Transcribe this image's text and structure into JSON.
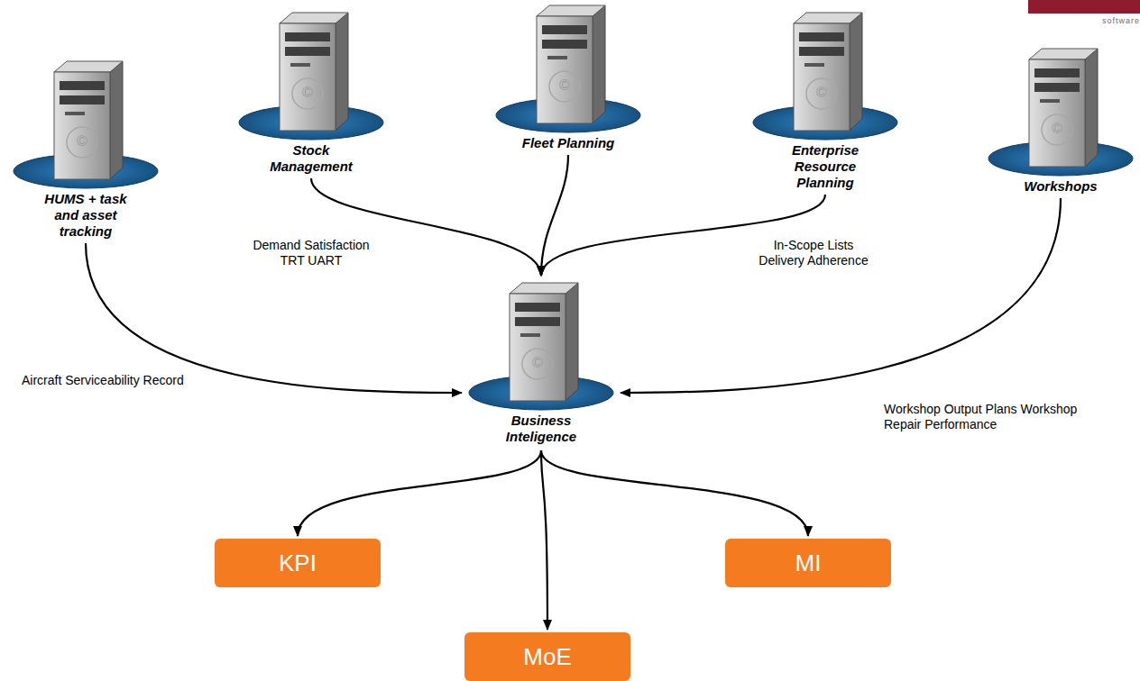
{
  "diagram": {
    "nodes": [
      {
        "text": [
          "HUMS + task and asset tracking"
        ]
      },
      {
        "text": [
          "Stock Management"
        ]
      },
      {
        "text": [
          "Fleet Planning"
        ]
      },
      {
        "text": [
          "Enterprise Resource Planning"
        ]
      },
      {
        "text": [
          "Workshops"
        ]
      },
      {
        "text": [
          "Business Inteligence"
        ]
      },
      {
        "text": [
          "KPI"
        ]
      },
      {
        "text": [
          "MI"
        ]
      },
      {
        "text": [
          "MoE"
        ]
      }
    ],
    "edges": [
      {
        "from": 0,
        "to": 5,
        "label": "Aircraft Serviceability Record",
        "arrow": "to"
      },
      {
        "from": 1,
        "to": 5,
        "label": "Demand Satisfaction TRT UART",
        "arrow": "to"
      },
      {
        "from": 2,
        "to": 5,
        "arrow": "to"
      },
      {
        "from": 3,
        "to": 5,
        "label": "In-Scope Lists Delivery Adherence",
        "arrow": "to"
      },
      {
        "from": 4,
        "to": 5,
        "label": "Workshop Output Plans Workshop Repair Performance",
        "arrow": "to"
      },
      {
        "from": 5,
        "to": 6,
        "arrow": "to"
      },
      {
        "from": 5,
        "to": 7,
        "arrow": "to"
      },
      {
        "from": 5,
        "to": 8,
        "arrow": "to"
      }
    ],
    "labels": [
      "software",
      "©",
      "©",
      "©",
      "©",
      "©",
      "©"
    ]
  }
}
